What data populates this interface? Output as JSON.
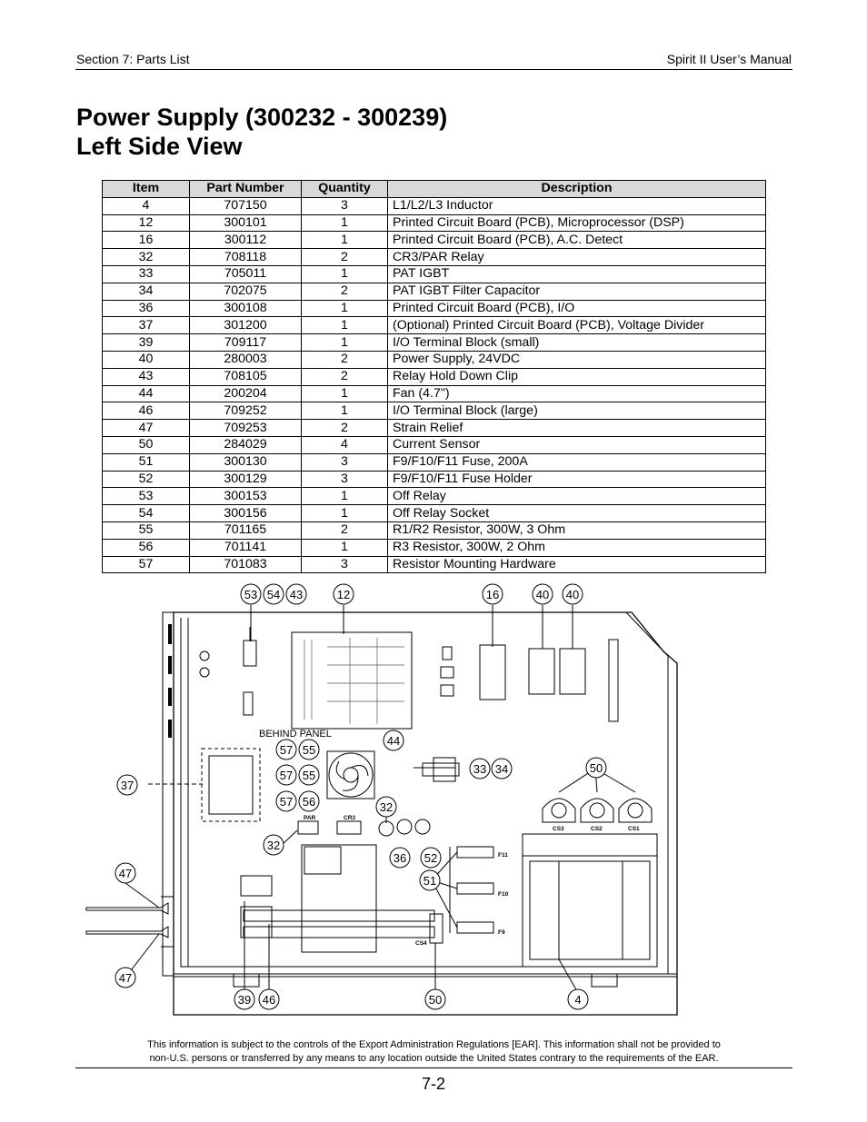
{
  "header": {
    "section": "Section 7: Parts List",
    "manual": "Spirit II User’s Manual"
  },
  "title": {
    "line1": "Power Supply (300232 - 300239)",
    "line2": "Left Side View"
  },
  "table": {
    "columns": [
      "Item",
      "Part Number",
      "Quantity",
      "Description"
    ],
    "rows": [
      [
        "4",
        "707150",
        "3",
        "L1/L2/L3 Inductor"
      ],
      [
        "12",
        "300101",
        "1",
        "Printed Circuit Board (PCB), Microprocessor (DSP)"
      ],
      [
        "16",
        "300112",
        "1",
        "Printed Circuit Board (PCB), A.C. Detect"
      ],
      [
        "32",
        "708118",
        "2",
        "CR3/PAR Relay"
      ],
      [
        "33",
        "705011",
        "1",
        "PAT IGBT"
      ],
      [
        "34",
        "702075",
        "2",
        "PAT IGBT Filter Capacitor"
      ],
      [
        "36",
        "300108",
        "1",
        "Printed Circuit Board (PCB), I/O"
      ],
      [
        "37",
        "301200",
        "1",
        "(Optional) Printed Circuit Board (PCB), Voltage Divider"
      ],
      [
        "39",
        "709117",
        "1",
        "I/O Terminal Block (small)"
      ],
      [
        "40",
        "280003",
        "2",
        "Power Supply, 24VDC"
      ],
      [
        "43",
        "708105",
        "2",
        "Relay Hold Down Clip"
      ],
      [
        "44",
        "200204",
        "1",
        "Fan (4.7\")"
      ],
      [
        "46",
        "709252",
        "1",
        "I/O Terminal Block (large)"
      ],
      [
        "47",
        "709253",
        "2",
        "Strain Relief"
      ],
      [
        "50",
        "284029",
        "4",
        "Current Sensor"
      ],
      [
        "51",
        "300130",
        "3",
        "F9/F10/F11 Fuse, 200A"
      ],
      [
        "52",
        "300129",
        "3",
        "F9/F10/F11 Fuse Holder"
      ],
      [
        "53",
        "300153",
        "1",
        "Off Relay"
      ],
      [
        "54",
        "300156",
        "1",
        "Off Relay Socket"
      ],
      [
        "55",
        "701165",
        "2",
        "R1/R2 Resistor, 300W, 3 Ohm"
      ],
      [
        "56",
        "701141",
        "1",
        "R3 Resistor, 300W, 2 Ohm"
      ],
      [
        "57",
        "701083",
        "3",
        "Resistor Mounting Hardware"
      ]
    ]
  },
  "diagram": {
    "callouts": {
      "c53": "53",
      "c54": "54",
      "c43": "43",
      "c12": "12",
      "c16": "16",
      "c40a": "40",
      "c40b": "40",
      "c44": "44",
      "c57a": "57",
      "c55a": "55",
      "c57b": "57",
      "c55b": "55",
      "c57c": "57",
      "c56": "56",
      "c37": "37",
      "c33": "33",
      "c34": "34",
      "c50a": "50",
      "c32a": "32",
      "c32b": "32",
      "c36": "36",
      "c52": "52",
      "c51": "51",
      "c47a": "47",
      "c47b": "47",
      "c39": "39",
      "c46": "46",
      "c50b": "50",
      "c4": "4"
    },
    "labels": {
      "behind_panel": "BEHIND PANEL",
      "par": "PAR",
      "cr3": "CR3",
      "cs3": "CS3",
      "cs2": "CS2",
      "cs1": "CS1",
      "cs4": "CS4",
      "f11": "F11",
      "f10": "F10",
      "f9": "F9"
    }
  },
  "footer": {
    "notice_line1": "This information is subject to the controls of the Export Administration Regulations [EAR].  This information shall not be provided to",
    "notice_line2": "non-U.S. persons or transferred by any means to any location outside the United States contrary to the requirements of the EAR.",
    "page_number": "7-2"
  }
}
